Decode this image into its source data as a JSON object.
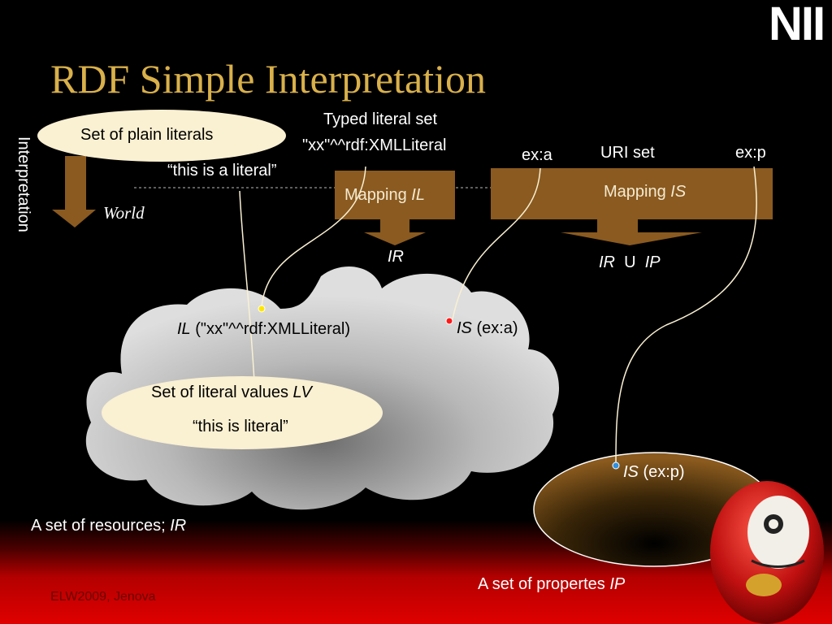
{
  "title": "RDF Simple Interpretation",
  "logo": "NII",
  "interpretation_label": "Interpretation",
  "world_label": "World",
  "plain_literals": {
    "label": "Set of plain literals",
    "example": "“this is a literal”"
  },
  "typed_literals": {
    "label": "Typed literal set",
    "example": "\"xx\"^^rdf:XMLLiteral"
  },
  "mapping_il": {
    "text": "Mapping ",
    "italic": "IL",
    "output": "IR"
  },
  "uri_set": {
    "label": "URI set",
    "ex_a": "ex:a",
    "ex_p": "ex:p"
  },
  "mapping_is": {
    "text": "Mapping ",
    "italic": "IS",
    "output_ir": "IR",
    "union": "U",
    "output_ip": "IP"
  },
  "il_value": {
    "italic": "IL",
    "text": " (\"xx\"^^rdf:XMLLiteral)"
  },
  "is_exa": {
    "italic": "IS",
    "text": " (ex:a)"
  },
  "literal_values": {
    "label": "Set of literal values ",
    "italic": "LV",
    "example": "“this is literal”"
  },
  "resources_caption": {
    "text": "A set of resources; ",
    "italic": "IR"
  },
  "is_exp": {
    "italic": "IS",
    "text": " (ex:p)"
  },
  "properties_caption": {
    "text": "A set of propertes ",
    "italic": "IP"
  },
  "footer": "ELW2009, Jenova",
  "colors": {
    "title": "#d9b04a",
    "arrow_box": "#8a5a20",
    "ellipse_fill": "#faf0d2",
    "cloud": "#d0d0d0",
    "dot_yellow": "#ffe600",
    "dot_red": "#ff1a1a",
    "dot_blue": "#2f8fe0"
  }
}
